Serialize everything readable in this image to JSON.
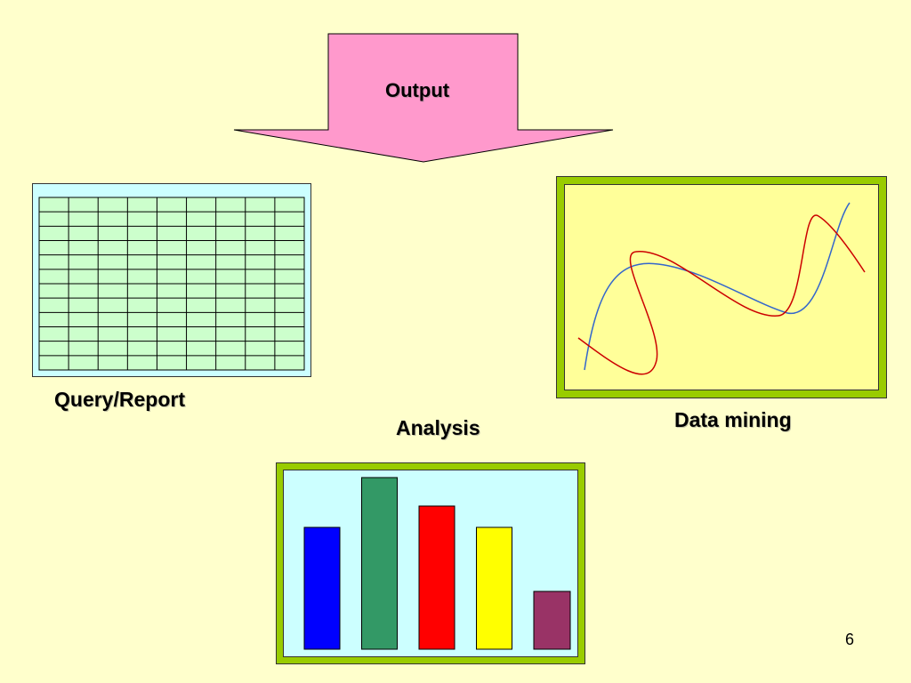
{
  "slide": {
    "output_label": "Output",
    "query_report_label": "Query/Report",
    "analysis_label": "Analysis",
    "data_mining_label": "Data mining",
    "page_number": "6"
  },
  "colors": {
    "background": "#ffffcc",
    "arrow_fill": "#ff99cc",
    "table_fill": "#ccffcc",
    "table_panel": "#ccffff",
    "frame_green": "#99cc00",
    "mining_panel": "#ffff99",
    "curve_blue": "#3366cc",
    "curve_red": "#cc0000"
  },
  "table": {
    "columns": 9,
    "rows": 12
  },
  "chart_data": {
    "type": "bar",
    "title": "",
    "xlabel": "",
    "ylabel": "",
    "categories": [
      "",
      "",
      "",
      "",
      ""
    ],
    "values": [
      137,
      193,
      161,
      137,
      65
    ],
    "ylim": [
      0,
      193
    ],
    "bar_colors": [
      "#0000ff",
      "#339966",
      "#ff0000",
      "#ffff00",
      "#993366"
    ],
    "grid": false,
    "legend": "none"
  }
}
